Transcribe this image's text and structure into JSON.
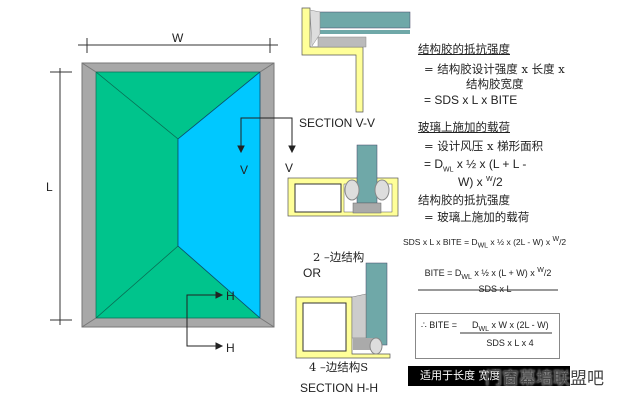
{
  "panel": {
    "width_label": "W",
    "length_label": "L",
    "v_label_1": "V",
    "v_label_2": "V",
    "h_label_1": "H",
    "h_label_2": "H"
  },
  "sections": {
    "section_vv": "SECTION V-V",
    "two_edge": "2 –边结构",
    "or": "OR",
    "four_edge": "4 –边结构S",
    "section_hh": "SECTION H-H"
  },
  "formulas": {
    "resist_title": "结构胶的抵抗强度",
    "resist_line1": "= 结构胶设计强度 x 长度 x",
    "resist_line2": "结构胶宽度",
    "resist_line3": "= SDS x L x BITE",
    "load_title": "玻璃上施加的载荷",
    "load_line1": "= 设计风压 x 梯形面积",
    "load_line2_a": "= D",
    "load_line2_sub": "WL",
    "load_line2_b": " x ½ x (L +  L -",
    "load_line3_a": "W) x ",
    "load_line3_sup": "W",
    "load_line3_b": "/2",
    "eq_title": "结构胶的抵抗强度",
    "eq_line": "= 玻璃上施加的载荷",
    "sds_a": "SDS x L x BITE = D",
    "sds_sub": "WL",
    "sds_b": " x ½ x (2L - W) x ",
    "sds_sup": "W",
    "sds_c": "/2",
    "bite_num_a": "BITE = D",
    "bite_num_sub": "WL",
    "bite_num_b": " x ½ x (L + W) x ",
    "bite_num_sup": "W",
    "bite_num_c": "/2",
    "bite_den": "SDS x L",
    "final_prefix": "∴ BITE =",
    "final_num_a": "D",
    "final_num_sub": "WL",
    "final_num_b": " x W x (2L - W)",
    "final_den": "SDS x L x 4"
  },
  "footer": {
    "note": "适用于长度 宽度",
    "watermark": "门窗幕墙联盟吧"
  },
  "colors": {
    "green": "#00c48c",
    "blue": "#00c8ff",
    "frame": "#a8a8a8",
    "aluminum": "#ffff99",
    "glass": "#6fa8a8"
  }
}
